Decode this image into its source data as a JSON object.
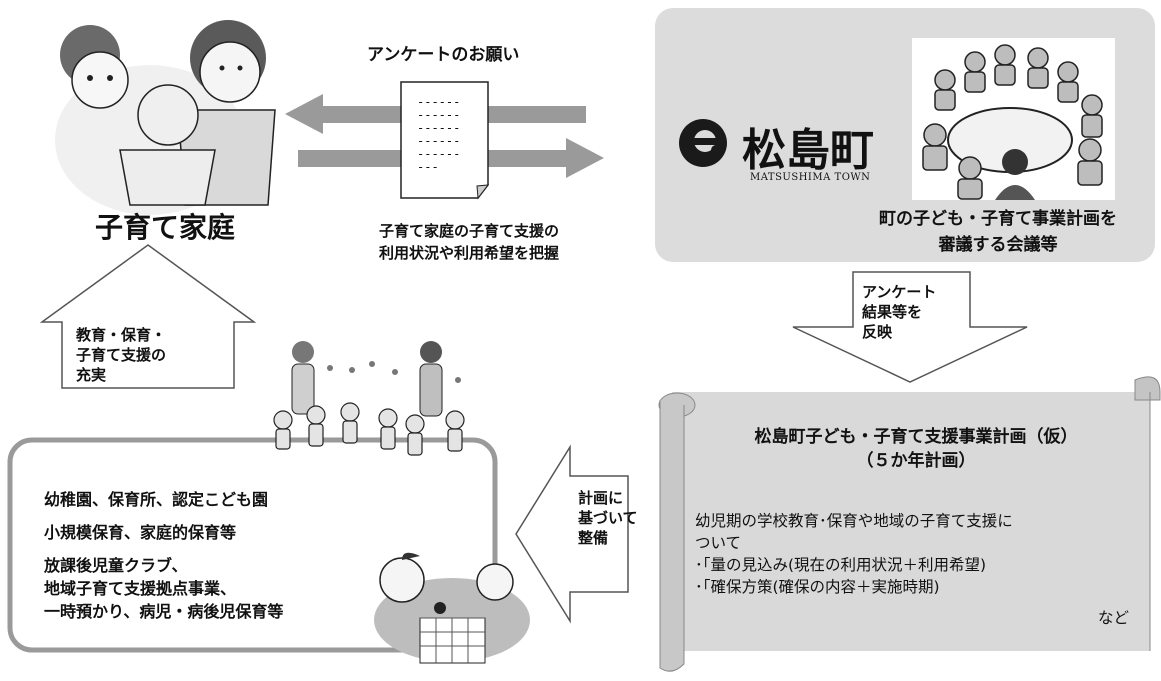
{
  "family": {
    "title": "子育て家庭"
  },
  "survey": {
    "request": "アンケートのお願い",
    "doc_lines": [
      "------",
      "------",
      "------",
      "------",
      "------",
      "---"
    ],
    "purpose_line1": "子育て家庭の子育て支援の",
    "purpose_line2": "利用状況や利用希望を把握"
  },
  "town": {
    "logo_name": "松島町",
    "logo_sub": "MATSUSHIMA TOWN",
    "meeting_line1": "町の子ども・子育て事業計画を",
    "meeting_line2": "審議する会議等"
  },
  "reflect_arrow": {
    "line1": "アンケート",
    "line2": "結果等を",
    "line3": "反映"
  },
  "plan_scroll": {
    "title_line1": "松島町子ども・子育て支援事業計画（仮）",
    "title_line2": "（５か年計画）",
    "body_line1": "幼児期の学校教育･保育や地域の子育て支援に",
    "body_line2": "ついて",
    "item1": "･｢量の見込み(現在の利用状況＋利用希望)",
    "item2": "･｢確保方策(確保の内容＋実施時期)",
    "etc": "など"
  },
  "develop_arrow": {
    "line1": "計画に",
    "line2": "基づいて",
    "line3": "整備"
  },
  "enrich_arrow": {
    "line1": "教育・保育・",
    "line2": "子育て支援の",
    "line3": "充実"
  },
  "services": {
    "line1": "幼稚園、保育所、認定こども園",
    "line2": "小規模保育、家庭的保育等",
    "line3": "放課後児童クラブ、",
    "line4": "地域子育て支援拠点事業、",
    "line5": "一時預かり、病児・病後児保育等"
  }
}
